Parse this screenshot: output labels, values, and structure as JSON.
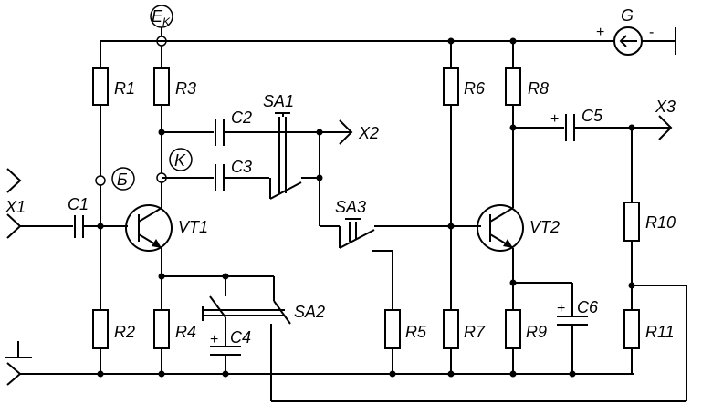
{
  "labels": {
    "ek_main": "E",
    "ek_sub": "K",
    "g": "G",
    "g_plus": "+",
    "g_minus": "-",
    "r1": "R1",
    "r2": "R2",
    "r3": "R3",
    "r4": "R4",
    "r5": "R5",
    "r6": "R6",
    "r7": "R7",
    "r8": "R8",
    "r9": "R9",
    "r10": "R10",
    "r11": "R11",
    "c1": "C1",
    "c2": "C2",
    "c3": "C3",
    "c4": "C4",
    "c5": "C5",
    "c6": "C6",
    "sa1": "SA1",
    "sa2": "SA2",
    "sa3": "SA3",
    "vt1": "VT1",
    "vt2": "VT2",
    "x1": "X1",
    "x2": "X2",
    "x3": "X3",
    "b_node": "Б",
    "k_node": "K",
    "c4_plus": "+",
    "c5_plus": "+",
    "c6_plus": "+"
  },
  "colors": {
    "line": "#000000",
    "background": "#ffffff"
  }
}
